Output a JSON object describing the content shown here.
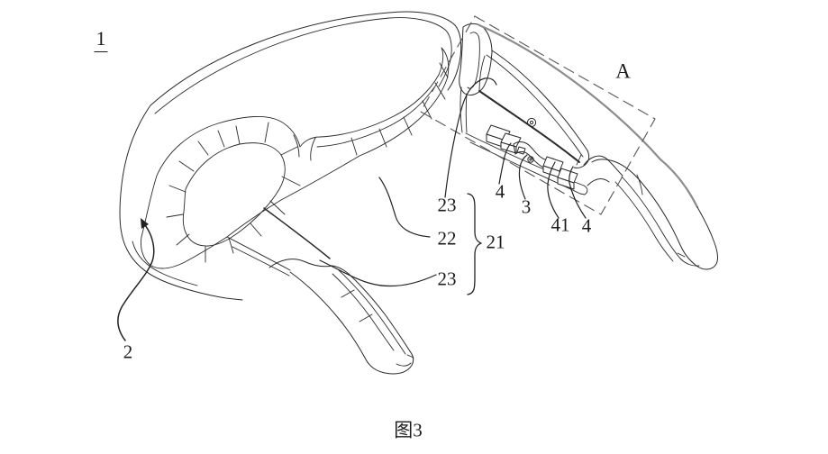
{
  "page": {
    "background_color": "#ffffff",
    "ink_color": "#2a2a2a",
    "accent_gray": "#8c8c8c"
  },
  "figure": {
    "caption": "图3",
    "labels": {
      "assembly": "1",
      "region_a": "A",
      "front_housing": "2",
      "temple_group": "21",
      "ref_22": "22",
      "ref_23_upper": "23",
      "ref_23_lower": "23",
      "ref_3": "3",
      "ref_41": "41",
      "ref_4_left": "4",
      "ref_4_right": "4"
    }
  }
}
